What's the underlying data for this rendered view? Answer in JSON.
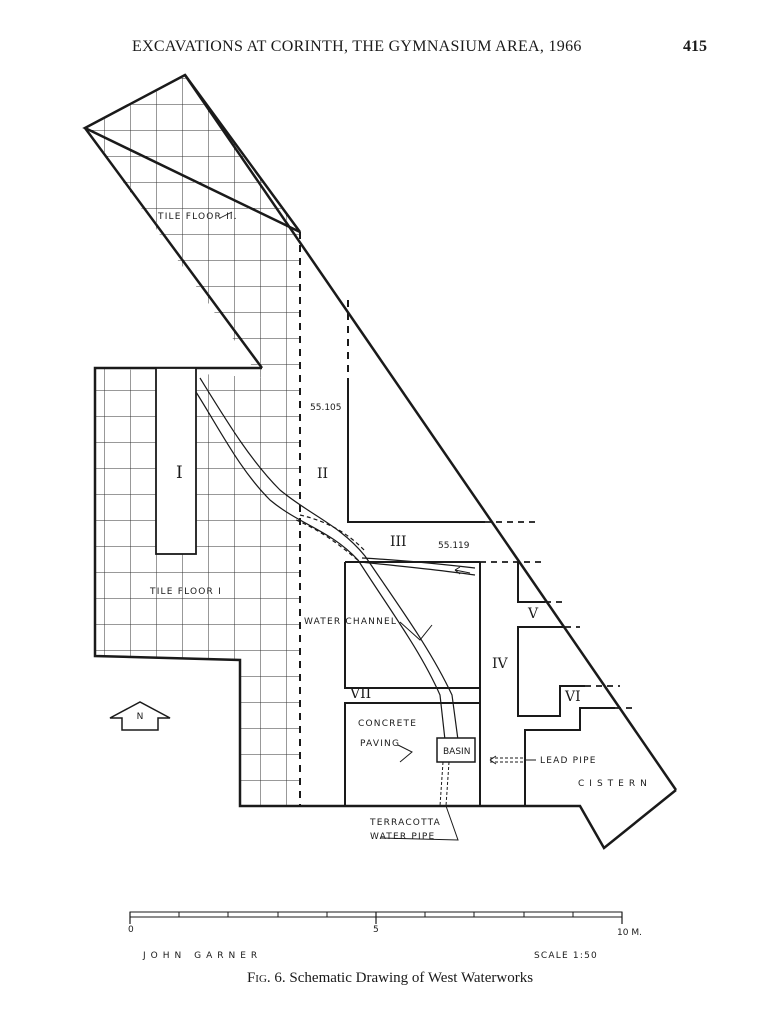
{
  "header": {
    "running_title": "EXCAVATIONS AT CORINTH, THE GYMNASIUM AREA, 1966",
    "page_number": "415"
  },
  "plan": {
    "labels": {
      "tile_floor_ii": "TILE FLOOR II.",
      "tile_floor_i": "TILE FLOOR I",
      "room_i": "I",
      "room_ii": "II",
      "room_iii": "III",
      "room_iv": "IV",
      "room_v": "V",
      "room_vi": "VI",
      "room_vii": "VII",
      "level_55105": "55.105",
      "level_55119": "55.119",
      "water_channel": "WATER CHANNEL",
      "concrete": "CONCRETE",
      "paving": "PAVING",
      "basin": "BASIN",
      "lead_pipe": "LEAD PIPE",
      "cistern": "CISTERN",
      "terracotta": "TERRACOTTA",
      "water_pipe": "WATER PIPE",
      "north": "N"
    }
  },
  "scale_bar": {
    "tick_0": "0",
    "tick_5": "5",
    "tick_10": "10 M.",
    "draftsman": "JOHN GARNER",
    "scale": "SCALE 1:50"
  },
  "caption": {
    "label": "Fig. 6.",
    "text": "Schematic Drawing of West Waterworks"
  }
}
